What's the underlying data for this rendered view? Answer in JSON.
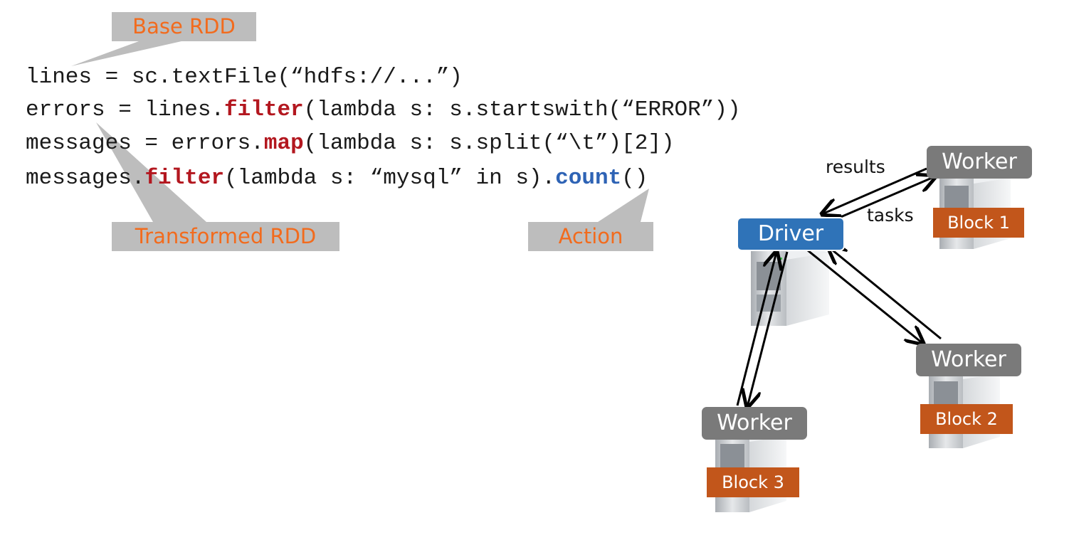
{
  "code": {
    "line1": {
      "text": "lines = sc.textFile(“hdfs://...”)"
    },
    "line2": {
      "pre": "errors = lines.",
      "kw": "filter",
      "post": "(lambda s: s.startswith(“ERROR”))"
    },
    "line3": {
      "pre": "messages = errors.",
      "kw": "map",
      "post": "(lambda s: s.split(“\\t”)[2])"
    },
    "line4": {
      "pre": "messages.",
      "kw": "filter",
      "mid": "(lambda s: “mysql” in s).",
      "kw2": "count",
      "post": "()"
    }
  },
  "callouts": {
    "base": "Base RDD",
    "transformed": "Transformed RDD",
    "action": "Action"
  },
  "cluster": {
    "driver": "Driver",
    "worker1": {
      "label": "Worker",
      "block": "Block 1"
    },
    "worker2": {
      "label": "Worker",
      "block": "Block 2"
    },
    "worker3": {
      "label": "Worker",
      "block": "Block 3"
    },
    "results_label": "results",
    "tasks_label": "tasks"
  },
  "colors": {
    "keyword_transform": "#b3171f",
    "keyword_action": "#2e63b5",
    "callout_text": "#f26b1d",
    "callout_bg": "#bdbdbd",
    "driver": "#2f73b8",
    "worker": "#7a7a7a",
    "block": "#c2561b"
  }
}
